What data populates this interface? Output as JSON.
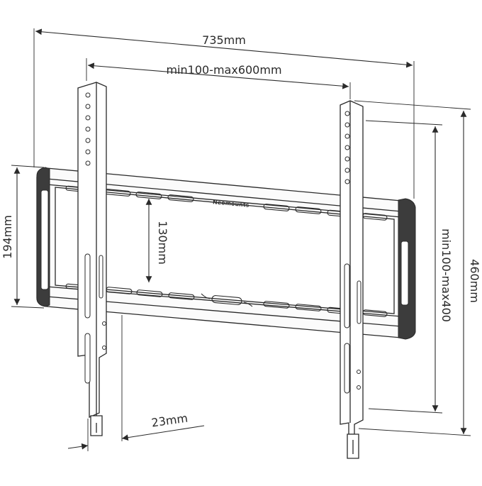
{
  "dimensions": {
    "overall_width": "735mm",
    "vesa_horizontal": "min100-max600mm",
    "rail_spacing": "130mm",
    "frame_height": "194mm",
    "wall_distance": "23mm",
    "vesa_vertical": "min100-max400",
    "overall_height": "460mm"
  },
  "brand": {
    "logo_text": "Neomounts"
  },
  "colors": {
    "line": "#2a2a2a",
    "pad": "#3c3c3c",
    "background": "#ffffff"
  }
}
